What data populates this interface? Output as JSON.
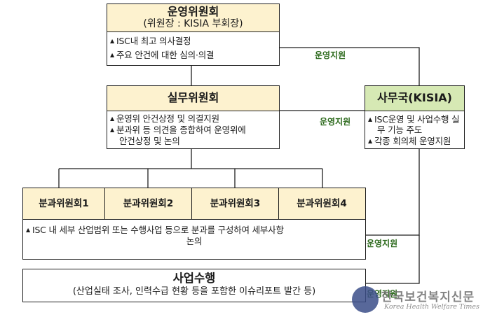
{
  "operating_committee": {
    "title": "운영위원회",
    "subtitle": "(위원장 : KISIA 부회장)",
    "bullets": [
      "ISC내 최고 의사결정",
      "주요 안건에 대한 심의·의결"
    ]
  },
  "working_committee": {
    "title": "실무위원회",
    "bullets": [
      "운영위 안건상정 및 의결지원",
      "분과위 등 의견을 종합하여 운영위에",
      "안건상정 및 논의"
    ]
  },
  "secretariat": {
    "title": "사무국(KISIA)",
    "bullets": [
      "ISC운영 및 사업수행 실",
      "무 기능 주도",
      "각종 회의체 운영지원"
    ]
  },
  "subcommittees": {
    "items": [
      "분과위원회1",
      "분과위원회2",
      "분과위원회3",
      "분과위원회4"
    ],
    "bullets": [
      "ISC 내 세부 산업범위 또는 수행사업 등으로 분과를 구성하여 세부사항",
      "논의"
    ]
  },
  "project": {
    "title": "사업수행",
    "subtitle": "(산업실태 조사, 인력수급 현황 등을 포함한 이슈리포트 발간 등)"
  },
  "edges": {
    "support_label_1": "운영지원",
    "support_label_2": "운영지원",
    "support_label_3": "운영지원",
    "support_label_4": "운영지원"
  },
  "watermark": {
    "name": "한국보건복지신문",
    "english": "Korea Health Welfare Times"
  },
  "colors": {
    "header_yellow": "#fdf2cf",
    "header_green": "#d6e9b4",
    "label_green": "#2e6b1e",
    "line": "#1f1f1f"
  }
}
